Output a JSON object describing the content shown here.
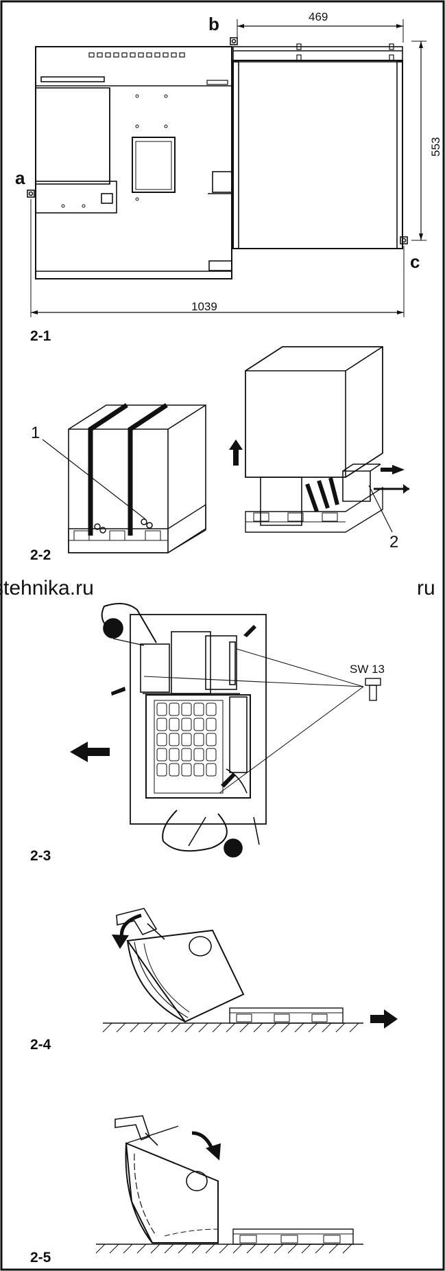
{
  "figure_2_1": {
    "id": "2-1",
    "points": {
      "a": "a",
      "b": "b",
      "c": "c"
    },
    "dimensions": {
      "width_top": "469",
      "height_right": "553",
      "overall_width": "1039"
    }
  },
  "figure_2_2": {
    "id": "2-2",
    "callouts": [
      "1",
      "2"
    ]
  },
  "watermark": {
    "left": "stehnika.ru",
    "right": "ru"
  },
  "figure_2_3": {
    "id": "2-3",
    "tool_label": "SW 13"
  },
  "figure_2_4": {
    "id": "2-4"
  },
  "figure_2_5": {
    "id": "2-5"
  }
}
